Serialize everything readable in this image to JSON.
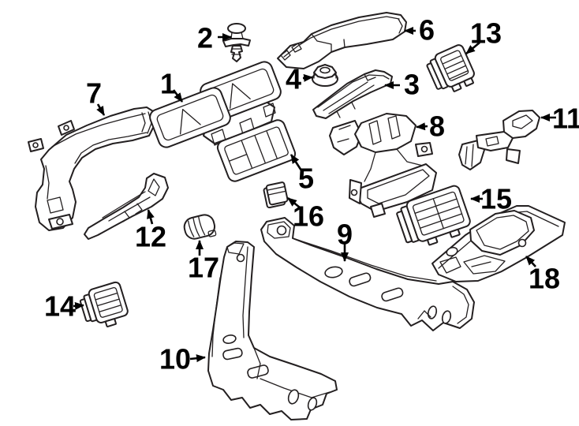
{
  "diagram": {
    "background": "#ffffff",
    "line_color": "#231f20",
    "label_color": "#000000",
    "callouts": [
      {
        "label": "1"
      },
      {
        "label": "2"
      },
      {
        "label": "3"
      },
      {
        "label": "4"
      },
      {
        "label": "5"
      },
      {
        "label": "6"
      },
      {
        "label": "7"
      },
      {
        "label": "8"
      },
      {
        "label": "9"
      },
      {
        "label": "10"
      },
      {
        "label": "11"
      },
      {
        "label": "12"
      },
      {
        "label": "13"
      },
      {
        "label": "14"
      },
      {
        "label": "15"
      },
      {
        "label": "16"
      },
      {
        "label": "17"
      },
      {
        "label": "18"
      }
    ]
  }
}
